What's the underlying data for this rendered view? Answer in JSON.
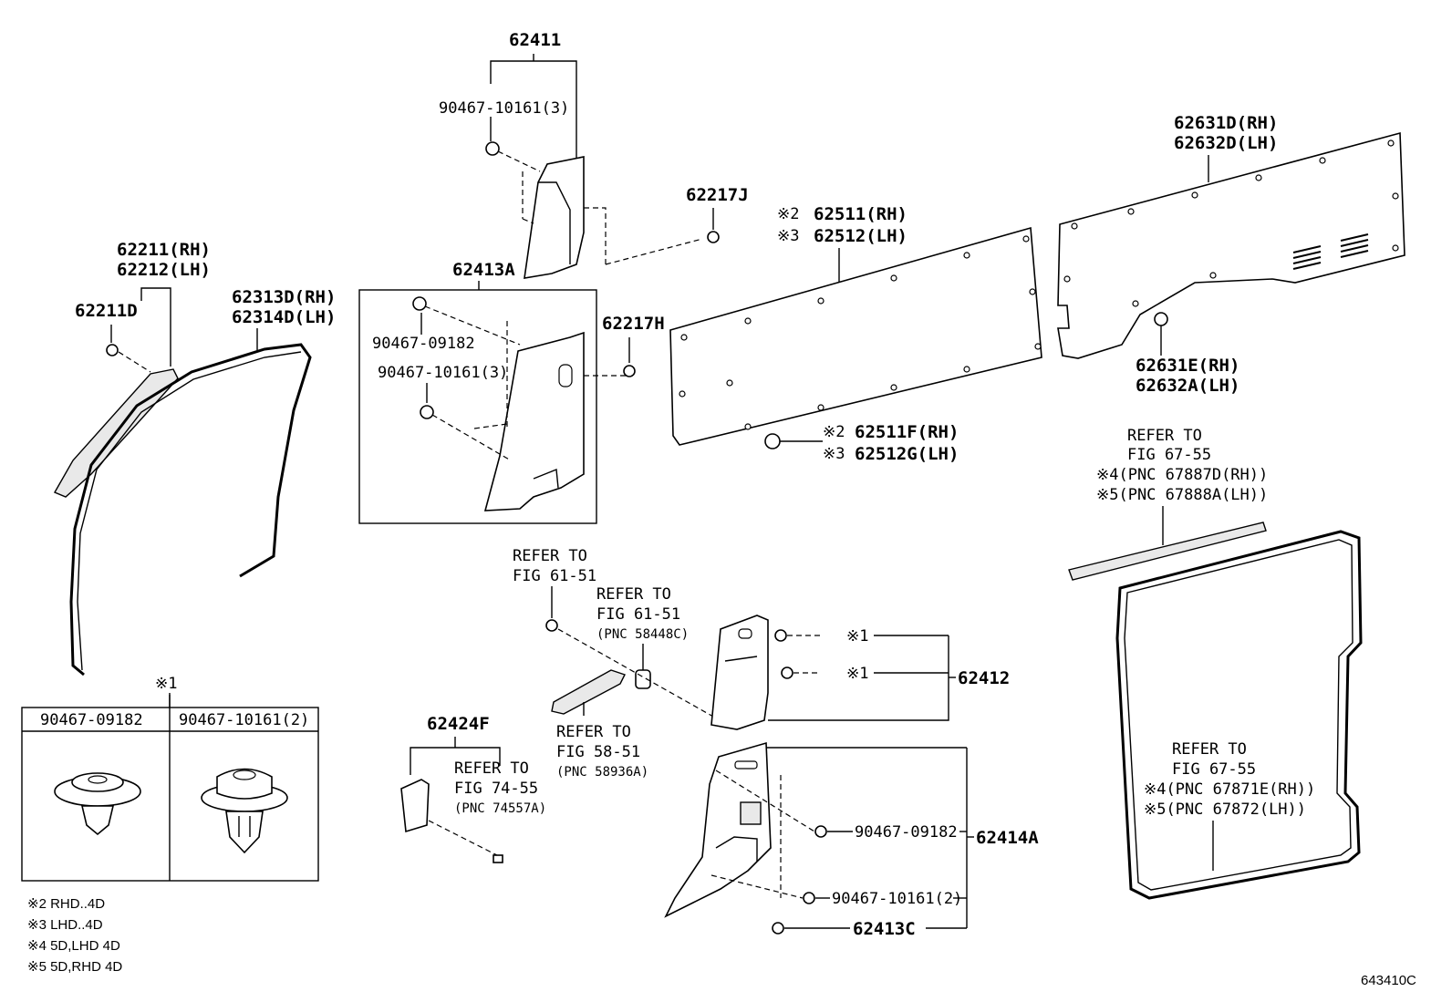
{
  "labels": {
    "p62411": "62411",
    "p90467_10161_3_a": "90467-10161(3)",
    "p62217J": "62217J",
    "p62413A": "62413A",
    "p90467_09182_a": "90467-09182",
    "p90467_10161_3_b": "90467-10161(3)",
    "p62217H": "62217H",
    "p62211RH": "62211(RH)",
    "p62212LH": "62212(LH)",
    "p62211D": "62211D",
    "p62313DRH": "62313D(RH)",
    "p62314DLH": "62314D(LH)",
    "m2a": "※2",
    "p62511RH": "62511(RH)",
    "m3a": "※3",
    "p62512LH": "62512(LH)",
    "m2b": "※2",
    "p62511FRH": "62511F(RH)",
    "m3b": "※3",
    "p62512GLH": "62512G(LH)",
    "p62631DRH": "62631D(RH)",
    "p62632DLH": "62632D(LH)",
    "p62631ERH": "62631E(RH)",
    "p62632ALH": "62632A(LH)",
    "ref6755a_1": "REFER TO",
    "ref6755a_2": "FIG 67-55",
    "ref6755a_3": "※4(PNC 67887D(RH))",
    "ref6755a_4": "※5(PNC 67888A(LH))",
    "ref6151a_1": "REFER TO",
    "ref6151a_2": "FIG 61-51",
    "ref6151b_1": "REFER TO",
    "ref6151b_2": "FIG 61-51",
    "ref6151b_3": "(PNC 58448C)",
    "m1a": "※1",
    "m1b": "※1",
    "p62412": "62412",
    "ref5851_1": "REFER TO",
    "ref5851_2": "FIG 58-51",
    "ref5851_3": "(PNC 58936A)",
    "p62424F": "62424F",
    "ref7455_1": "REFER TO",
    "ref7455_2": "FIG 74-55",
    "ref7455_3": "(PNC 74557A)",
    "p90467_09182_b": "90467-09182",
    "p62414A": "62414A",
    "p90467_10161_2": "90467-10161(2)",
    "p62413C": "62413C",
    "ref6755b_1": "REFER TO",
    "ref6755b_2": "FIG 67-55",
    "ref6755b_3": "※4(PNC 67871E(RH))",
    "ref6755b_4": "※5(PNC 67872(LH))",
    "m1c": "※1",
    "table_h1": "90467-09182",
    "table_h2": "90467-10161(2)"
  },
  "notes": [
    "※2 RHD..4D",
    "※3 LHD..4D",
    "※4 5D,LHD 4D",
    "※5 5D,RHD 4D"
  ],
  "figure_id": "643410C"
}
